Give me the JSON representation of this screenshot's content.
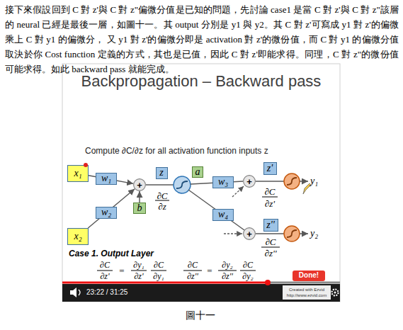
{
  "diagram": {
    "title": "Backpropagation – Backward pass",
    "caption": "圖十一",
    "nodes": [
      {
        "text": [
          "x₁"
        ]
      },
      {
        "text": [
          "w₁"
        ]
      },
      {
        "text": [
          "z"
        ]
      },
      {
        "text": [
          "a"
        ]
      },
      {
        "text": [
          "w₃"
        ]
      },
      {
        "text": [
          "z'"
        ]
      },
      {
        "text": [
          "+"
        ]
      },
      {
        "text": [
          "+"
        ]
      },
      {
        "text": [
          "w₂"
        ]
      },
      {
        "text": [
          "b"
        ]
      },
      {
        "text": [
          "w₄"
        ]
      },
      {
        "text": [
          "+"
        ]
      },
      {
        "text": [
          "z''"
        ]
      },
      {
        "text": [
          "x₂"
        ]
      },
      {
        "text": [
          "Done!"
        ]
      }
    ],
    "edges": [
      {
        "from": 0,
        "to": 6,
        "arrow": "to"
      },
      {
        "from": 13,
        "to": 6,
        "arrow": "to"
      },
      {
        "from": 9,
        "to": 6,
        "arrow": "to"
      }
    ],
    "labels": [
      "接下來假設回到 C 對 z'與 C 對 z\"偏微分值是已知的問題，先討論 case1 是當 C 對 z'與 C 對 z\"該層的 neural 已經是最後一層，如圖十一。其 output 分別是 y1 與 y2。其 C 對 z'可寫成 y1 對 z'的偏微乘上 C 對 y1 的偏微分， 又 y1 對 z'的偏微分即是 activation 對 z'的微份值，而 C 對 y1 的偏微分值取決於你 Cost function 定義的方式，其也是已值，因此 C 對 z'即能求得。同理，C 對 z\"的微份值可能求得。如此 backward pass 就能完成。",
      "Compute ∂C/∂z for all activation function inputs z",
      "∂C",
      "∂z",
      "∂C",
      "∂z'",
      "y₁",
      "∂C",
      "∂z''",
      "y₂",
      "Case 1. Output Layer",
      "∂C",
      "∂z'",
      "=",
      "∂y₁",
      "∂z'",
      "∂C",
      "∂y₁",
      "∂C",
      "∂z''",
      "=",
      "∂y₂",
      "∂z''",
      "∂C",
      "∂y₂",
      "23:22 / 31:25",
      "Created with Ezvid",
      "http://www.ezvid.com"
    ]
  }
}
